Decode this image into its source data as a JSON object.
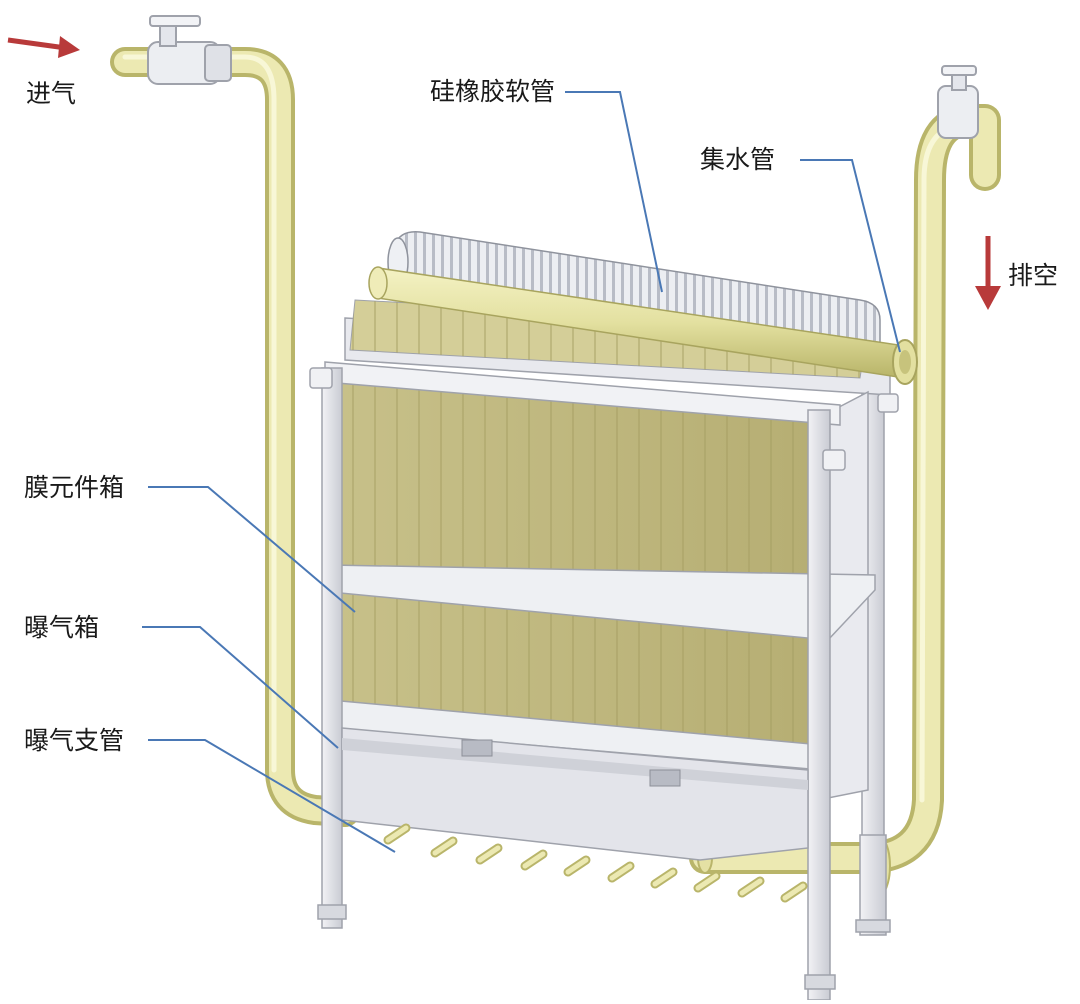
{
  "labels": {
    "inlet": "进气",
    "exhaust": "排空",
    "silicone_hose": "硅橡胶软管",
    "water_collector": "集水管",
    "membrane_box": "膜元件箱",
    "aeration_box": "曝气箱",
    "aeration_branch": "曝气支管"
  },
  "colors": {
    "pipe": "#e8e6a6",
    "pipe_edge": "#bdb96e",
    "membrane": "#cbc48a",
    "membrane_dark": "#b3ac6e",
    "frame": "#dcdde3",
    "frame_edge": "#9fa2ab",
    "leader": "#4a78b5",
    "arrow": "#b83a3a"
  }
}
